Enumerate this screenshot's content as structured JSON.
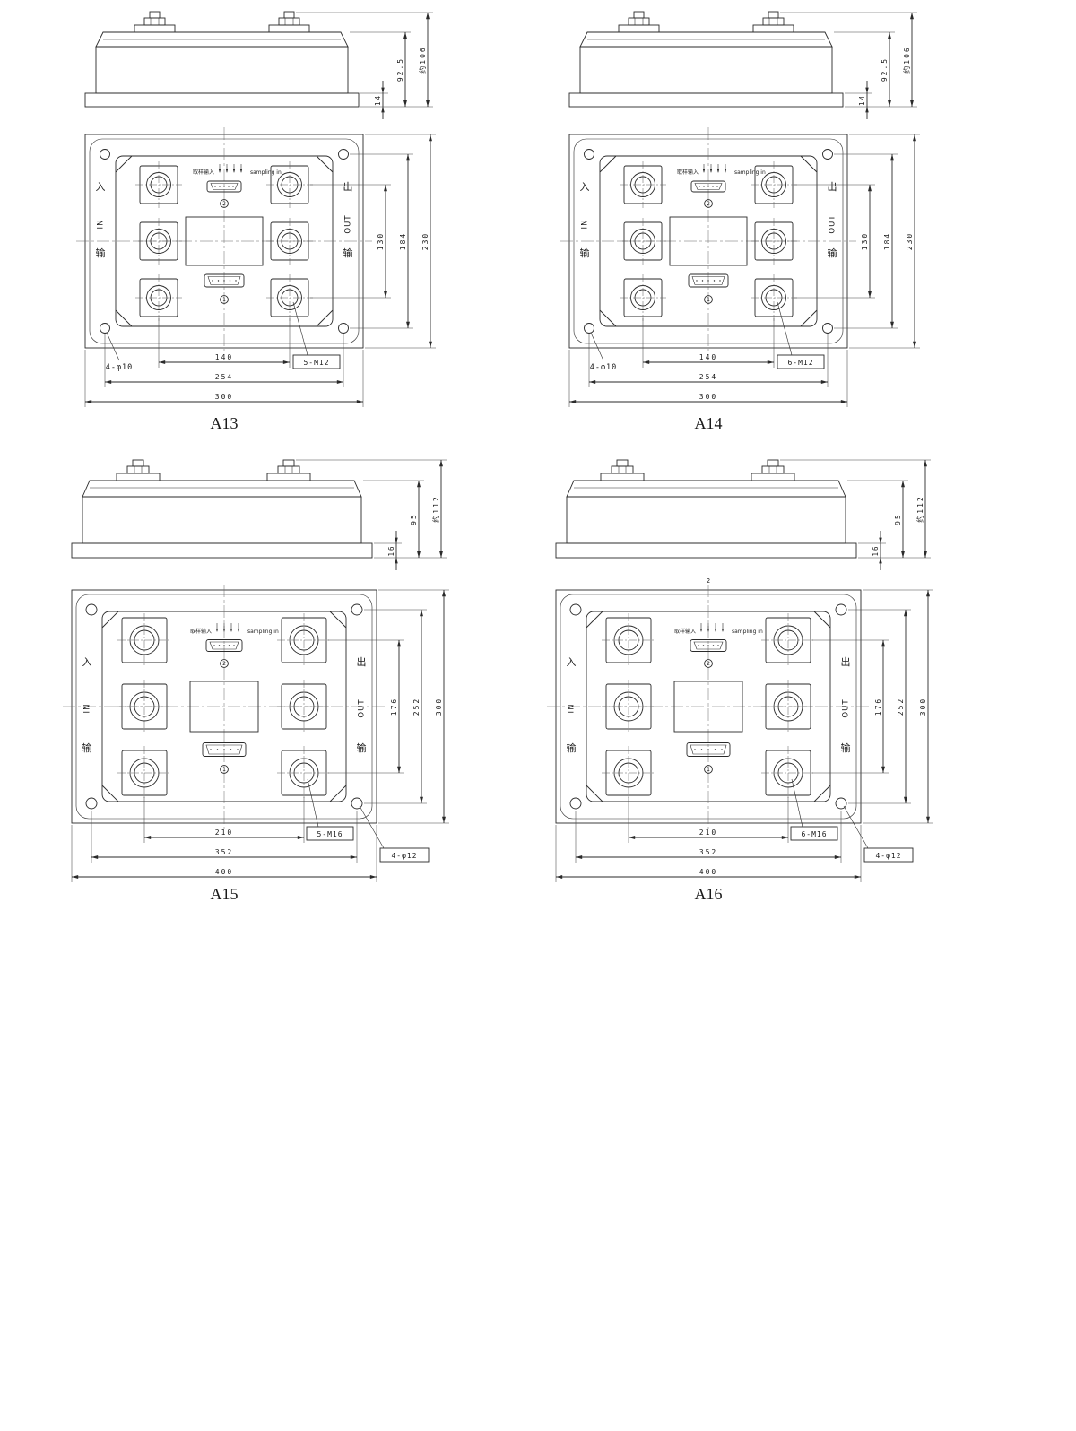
{
  "sheet": {
    "background": "#ffffff",
    "line_color": "#2a2a2a"
  },
  "figures": [
    {
      "caption": "A13",
      "type": "A",
      "side_dims": {
        "plate": "14",
        "body": "92.5",
        "total": "约106"
      },
      "plan": {
        "right_dims": {
          "inner": "130",
          "holes": "184",
          "overall": "230"
        },
        "bottom_dims": {
          "inner": "140",
          "holes": "254",
          "overall": "300"
        },
        "callout_holes": "4-φ10",
        "callout_terminals": "5-M12",
        "left_labels": [
          "入",
          "IN",
          "输"
        ],
        "right_labels": [
          "出",
          "OUT",
          "输"
        ],
        "sampling_label": "取样输入",
        "sampling_label_en": "sampling in",
        "connector_top_num": "2",
        "connector_bottom_num": "1"
      }
    },
    {
      "caption": "A14",
      "type": "A",
      "side_dims": {
        "plate": "14",
        "body": "92.5",
        "total": "约106"
      },
      "plan": {
        "right_dims": {
          "inner": "130",
          "holes": "184",
          "overall": "230"
        },
        "bottom_dims": {
          "inner": "140",
          "holes": "254",
          "overall": "300"
        },
        "callout_holes": "4-φ10",
        "callout_terminals": "6-M12",
        "left_labels": [
          "入",
          "IN",
          "输"
        ],
        "right_labels": [
          "出",
          "OUT",
          "输"
        ],
        "sampling_label": "取样输入",
        "sampling_label_en": "sampling in",
        "connector_top_num": "2",
        "connector_bottom_num": "1"
      }
    },
    {
      "caption": "A15",
      "type": "B",
      "side_dims": {
        "plate": "16",
        "body": "95",
        "total": "约112"
      },
      "plan": {
        "right_dims": {
          "inner": "176",
          "holes": "252",
          "overall": "300"
        },
        "bottom_dims": {
          "inner": "210",
          "holes": "352",
          "overall": "400"
        },
        "callout_holes": "4-φ12",
        "callout_terminals": "5-M16",
        "left_labels": [
          "入",
          "IN",
          "输"
        ],
        "right_labels": [
          "出",
          "OUT",
          "输"
        ],
        "sampling_label": "取样输入",
        "sampling_label_en": "sampling in",
        "connector_top_num": "2",
        "connector_bottom_num": "1"
      }
    },
    {
      "caption": "A16",
      "type": "B",
      "side_dims": {
        "plate": "16",
        "body": "95",
        "total": "约112"
      },
      "plan": {
        "right_dims": {
          "inner": "176",
          "holes": "252",
          "overall": "300"
        },
        "bottom_dims": {
          "inner": "210",
          "holes": "352",
          "overall": "400"
        },
        "callout_holes": "4-φ12",
        "callout_terminals": "6-M16",
        "left_labels": [
          "入",
          "IN",
          "输"
        ],
        "right_labels": [
          "出",
          "OUT",
          "输"
        ],
        "sampling_label": "取样输入",
        "sampling_label_en": "sampling in",
        "connector_top_num": "2",
        "connector_bottom_num": "1",
        "top_note": "2"
      }
    }
  ]
}
